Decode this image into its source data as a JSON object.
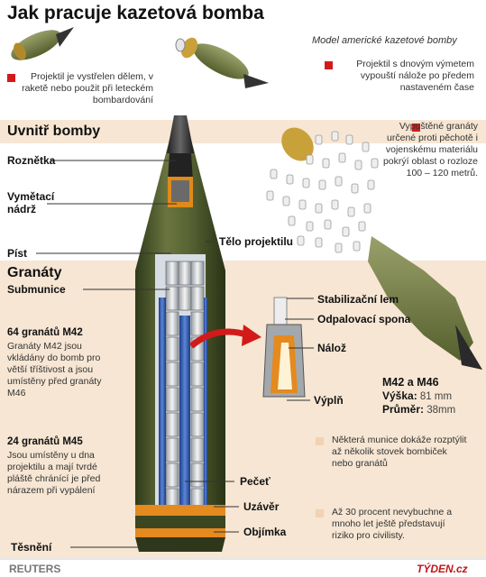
{
  "title": "Jak pracuje kazetová bomba",
  "subtitle": "Model americké kazetové bomby",
  "note_fired": "Projektil je vystřelen dělem, v raketě nebo použit při leteckém bombardování",
  "note_base_ejection": "Projektil s dnovým výmetem vypouští nálože po předem nastaveném čase",
  "note_grenades": "Vypuštěné granáty určené proti pěchotě i vojenskému materiálu pokrýí oblast o rozloze 100 – 120 metrů.",
  "section_inside": "Uvnitř bomby",
  "section_grenades": "Granáty",
  "labels": {
    "roznetka": "Roznětka",
    "vymetaci": "Vymětací nádrž",
    "pist": "Píst",
    "telo": "Tělo projektilu",
    "submunice": "Submunice",
    "stabilizacni": "Stabilizační lem",
    "odpalovaci": "Odpalovací spona",
    "naloz": "Nálož",
    "vypln": "Výplň",
    "pecet": "Pečeť",
    "uzaver": "Uzávěr",
    "objimka": "Objímka",
    "tesneni": "Těsnění"
  },
  "m42": {
    "heading": "64 granátů M42",
    "text": "Granáty M42 jsou vkládány do bomb pro větší tříštivost a jsou umístěny před granáty M46"
  },
  "m45": {
    "heading": "24 granátů M45",
    "text": "Jsou umístěny u dna projektilu a mají tvrdé pláště chránící je před nárazem při vypálení"
  },
  "spec": {
    "name": "M42 a M46",
    "height_label": "Výška:",
    "height_value": "81 mm",
    "diameter_label": "Průměr:",
    "diameter_value": "38mm"
  },
  "note_disperse": "Některá munice dokáže rozptýlit až několik stovek bombiček nebo granátů",
  "note_duds": "Až 30 procent nevybuchne a mnoho let ještě představují riziko pro civilisty.",
  "source": "REUTERS",
  "brand": "TÝDEN.cz",
  "colors": {
    "accent_red": "#d21a1a",
    "band": "#f6e6d3",
    "shell": "#4f5a2e"
  }
}
